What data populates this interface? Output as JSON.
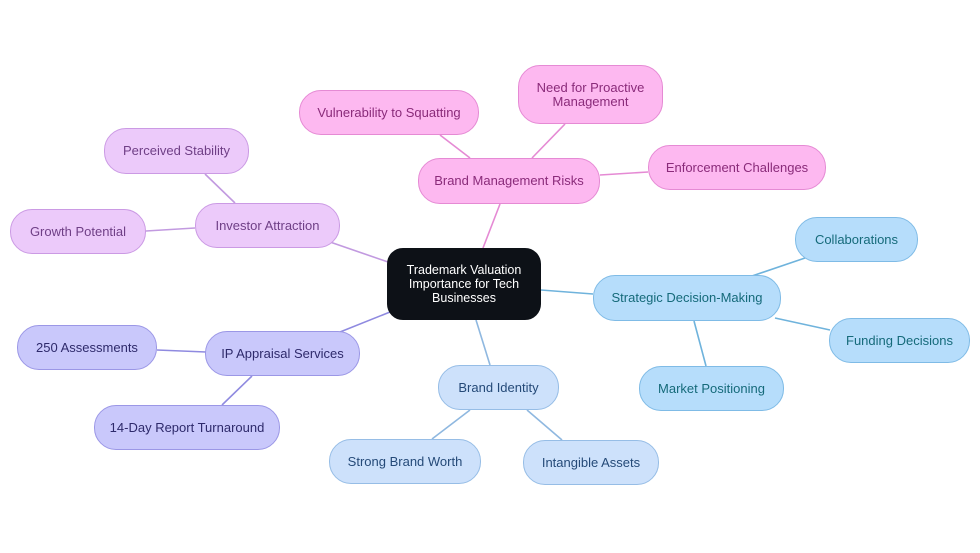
{
  "root": {
    "label": "Trademark Valuation Importance for Tech Businesses"
  },
  "branches": [
    {
      "id": "brand-management-risks",
      "label": "Brand Management Risks",
      "color": "#e58ad4",
      "children": [
        {
          "id": "vulnerability-to-squatting",
          "label": "Vulnerability to Squatting"
        },
        {
          "id": "need-for-proactive-management",
          "label": "Need for Proactive Management"
        },
        {
          "id": "enforcement-challenges",
          "label": "Enforcement Challenges"
        }
      ]
    },
    {
      "id": "investor-attraction",
      "label": "Investor Attraction",
      "color": "#c29ae0",
      "children": [
        {
          "id": "perceived-stability",
          "label": "Perceived Stability"
        },
        {
          "id": "growth-potential",
          "label": "Growth Potential"
        }
      ]
    },
    {
      "id": "ip-appraisal-services",
      "label": "IP Appraisal Services",
      "color": "#8f8ae0",
      "children": [
        {
          "id": "250-assessments",
          "label": "250 Assessments"
        },
        {
          "id": "14-day-report-turnaround",
          "label": "14-Day Report Turnaround"
        }
      ]
    },
    {
      "id": "brand-identity",
      "label": "Brand Identity",
      "color": "#8fb8e0",
      "children": [
        {
          "id": "strong-brand-worth",
          "label": "Strong Brand Worth"
        },
        {
          "id": "intangible-assets",
          "label": "Intangible Assets"
        }
      ]
    },
    {
      "id": "strategic-decision-making",
      "label": "Strategic Decision-Making",
      "color": "#6fb3dc",
      "children": [
        {
          "id": "collaborations",
          "label": "Collaborations"
        },
        {
          "id": "funding-decisions",
          "label": "Funding Decisions"
        },
        {
          "id": "market-positioning",
          "label": "Market Positioning"
        }
      ]
    }
  ]
}
